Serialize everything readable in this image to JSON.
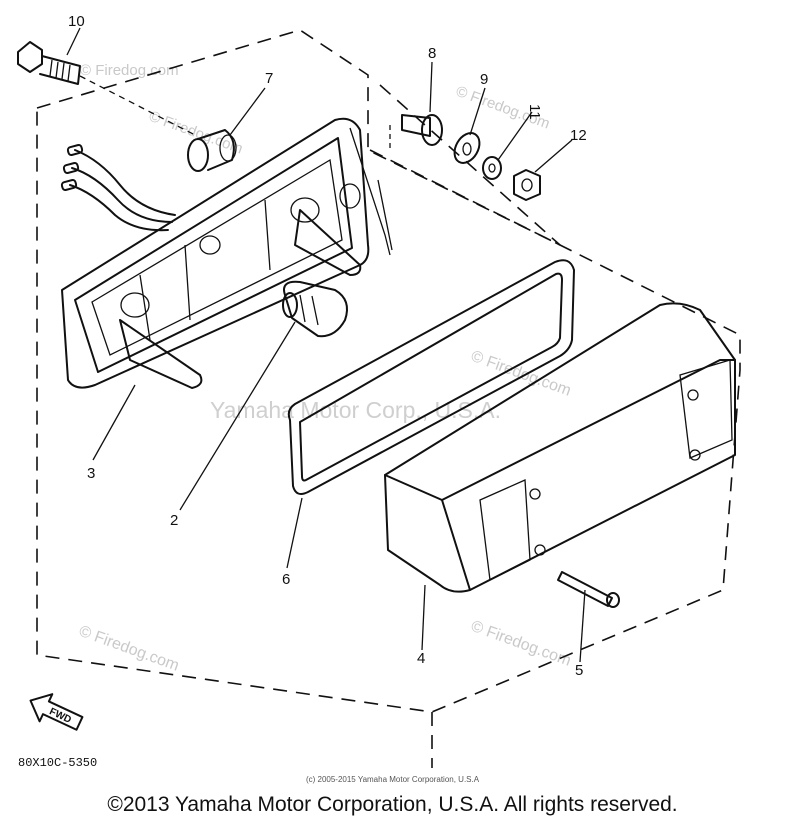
{
  "diagram": {
    "part_numbers": [
      "10",
      "7",
      "8",
      "9",
      "11",
      "12",
      "3",
      "2",
      "6",
      "4",
      "5"
    ],
    "drawing_code": "80X10C-5350",
    "fwd_label": "FWD",
    "watermarks": {
      "site": "© Firedog.com",
      "center": "Yamaha Motor Corp., U.S.A."
    }
  },
  "footer": {
    "small_copyright": "(c) 2005-2015 Yamaha Motor Corporation, U.S.A",
    "copyright": "©2013 Yamaha Motor Corporation, U.S.A. All rights reserved."
  }
}
